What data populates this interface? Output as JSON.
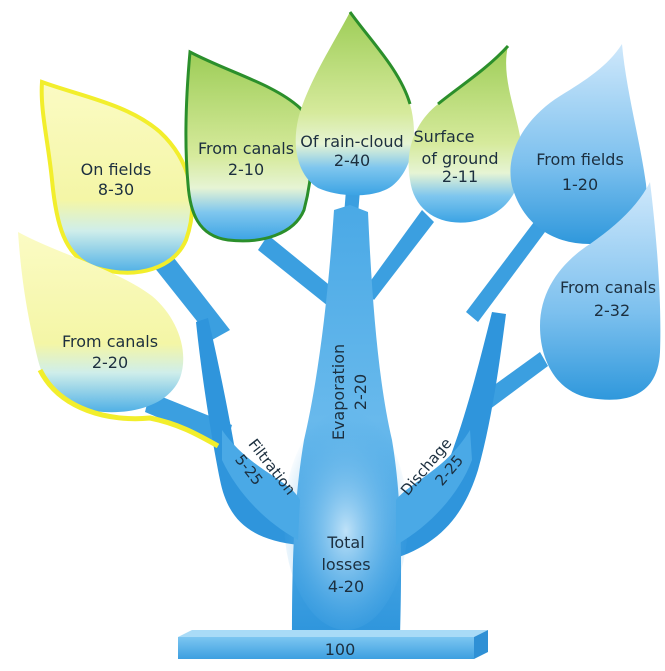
{
  "colors": {
    "yellow_leaf": "#f6f7a0",
    "yellow_edge": "#f2f02c",
    "green_leaf": "#b7d96a",
    "green_edge": "#2f8a2a",
    "blue_leaf": "#6fb6e8",
    "blue_dark": "#1f86cf",
    "trunk": "#3a9fe0"
  },
  "base": {
    "value": "100"
  },
  "trunk": {
    "line1": "Total",
    "line2": "losses",
    "line3": "4-20"
  },
  "branches": {
    "filtration": {
      "line1": "Filtration",
      "line2": "5-25"
    },
    "evaporation": {
      "line1": "Evaporation",
      "line2": "2-20"
    },
    "discharge": {
      "line1": "Dischage",
      "line2": "2-25"
    }
  },
  "leaves": {
    "on_fields": {
      "line1": "On fields",
      "line2": "8-30"
    },
    "from_canals_left": {
      "line1": "From canals",
      "line2": "2-20"
    },
    "from_canals_green": {
      "line1": "From canals",
      "line2": "2-10"
    },
    "rain_cloud": {
      "line1": "Of rain-cloud",
      "line2": "2-40"
    },
    "surface_ground": {
      "line1": "Surface",
      "line2": "of ground",
      "line3": "2-11"
    },
    "from_fields_blue": {
      "line1": "From fields",
      "line2": "1-20"
    },
    "from_canals_right": {
      "line1": "From canals",
      "line2": "2-32"
    }
  }
}
